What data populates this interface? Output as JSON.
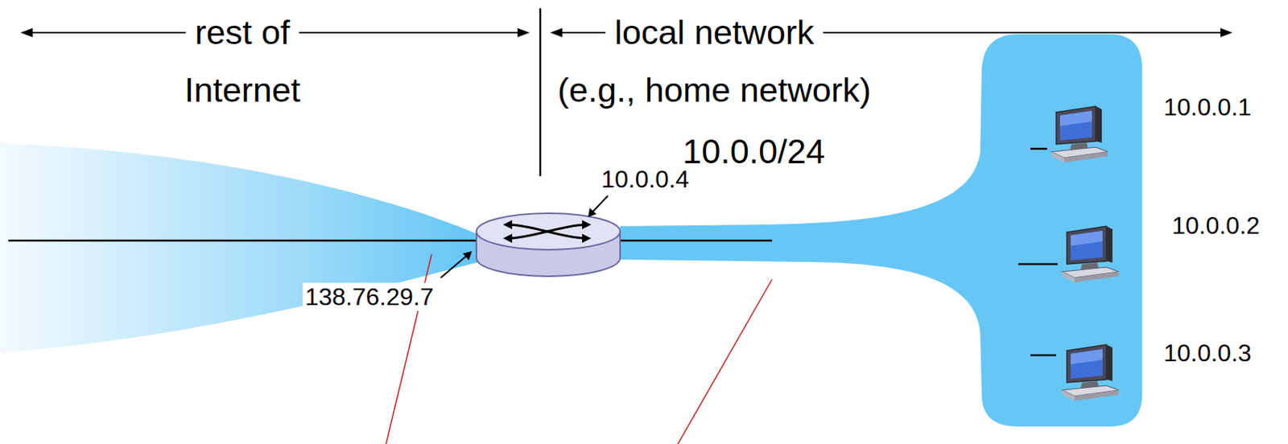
{
  "diagram": {
    "labels": [
      "rest of",
      "Internet",
      "local network",
      "(e.g., home network)",
      "10.0.0/24",
      "10.0.0.4",
      "138.76.29.7",
      "10.0.0.1",
      "10.0.0.2",
      "10.0.0.3"
    ]
  }
}
